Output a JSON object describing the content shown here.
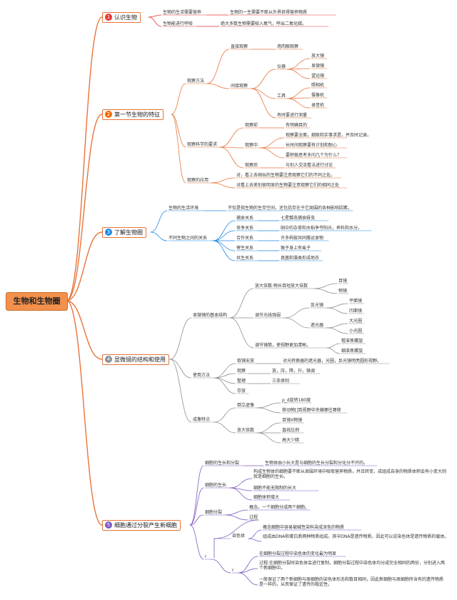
{
  "root": "生物和生物圈",
  "colors": {
    "orange": "#e8743b",
    "red": "#e53935",
    "blue": "#1e88e5",
    "grey": "#8a8f94",
    "purple": "#7e57c2"
  },
  "topics": [
    {
      "num": "1",
      "label": "认识生物",
      "badge": "#e53935"
    },
    {
      "num": "2",
      "label": "第一节生物的特征",
      "badge": "#ef6c00"
    },
    {
      "num": "3",
      "label": "了解生物圈",
      "badge": "#1e88e5"
    },
    {
      "num": "4",
      "label": "显微镜的结构和使用",
      "badge": "#8a8f94"
    },
    {
      "num": "5",
      "label": "细胞通过分裂产生新细胞",
      "badge": "#7e57c2"
    }
  ],
  "t1": {
    "a": "生物的生活需要营养",
    "a1": "生物的一生需要不断从外界获得营养物质",
    "b": "生物能进行呼吸",
    "b1": "绝大多数生物需要吸入氧气，呼出二氧化碳。"
  },
  "t2": {
    "obs": "观察方法",
    "direct": "直接观察",
    "eye": "用肉眼观察",
    "indirect": "间接观察",
    "inst": "仪器",
    "i1": "放大镜",
    "i2": "显微镜",
    "i3": "望远镜",
    "tool": "工具",
    "k1": "照相机",
    "k2": "摄像机",
    "k3": "录音机",
    "measure": "有时要进行测量",
    "req": "观察科学的要求",
    "before": "观察前",
    "before1": "有明确目的",
    "during": "观察中",
    "d1": "观察要全面，细致和实事求是，并及时记录。",
    "d2": "长时间观察要有计划和耐心",
    "d3": "要积极思考多问几个为什么？",
    "after": "观察后",
    "after1": "与别人交流看法进行讨论",
    "app": "观察的应用",
    "app1": "对，看上去相似的生物要注意观察它们的不同之处。",
    "app2": "对看上去差别很明显的生物要注意观察它们的相同之处"
  },
  "t3": {
    "env": "生物的生活环境",
    "env1": "不仅是指生物的生存空间，还包括存在于它周围的各种影响因素。",
    "rel": "不同生物之间的关系",
    "r1": "捕食关系",
    "r1a": "七星瓢虫捕食蚜虫",
    "r2": "竞争关系",
    "r2a": "田中的杂草和水稻争夺阳光，养料和水分。",
    "r3": "合作关系",
    "r3a": "许多蚂蚁共同搬运食物",
    "r4": "寄生关系",
    "r4a": "猴子身上有虱子",
    "r5": "共生关系",
    "r5a": "真菌和藻类形成地衣"
  },
  "t4": {
    "struct": "显微镜的基本结构",
    "mag": "放大倍数:物长目短放大倍数",
    "ob1": "目镜",
    "ob2": "物镜",
    "light": "调节光线强弱",
    "mirror": "反光镜",
    "m1": "平面镜",
    "m2": "凹面镜",
    "aperture": "遮光器",
    "a1": "大光圈",
    "a2": "小光圈",
    "focus": "调节镜筒，使视野更加清晰。",
    "f1": "粗准焦螺旋",
    "f2": "细准焦螺旋",
    "use": "使用方法",
    "u1": "取镜安放",
    "u1a": "对光转换器的遮光器，光圈，反光镜明亮圆形视野。",
    "u2": "观察",
    "u2a": "放，压，降，升，微调",
    "u3": "整理",
    "u3a": "三条原则",
    "u4": "存放",
    "img": "成像特点",
    "inv": "倒立虚像",
    "inv1": "p_d旋转180度",
    "inv2": "移动物[]到视野中央偏哪往哪移",
    "times": "放大倍数",
    "t1": "目镜X物镜",
    "t2": "直线比例",
    "t3": "高大少暗"
  },
  "t5": {
    "grow": "细胞的生长和分裂",
    "grow1": "生物体由小长大是与细胞的生长分裂和分化分不开的。",
    "cg": "细胞的生长",
    "cg1": "构成生物体的细胞要不断从周围环境中吸取营养物质，并且转变，成组成自身的物质体积会有小变大则就是细胞的生长。",
    "cg2": "细胞不能无限制的长大",
    "cg3": "细胞体积增大",
    "div": "细胞分裂",
    "div1": "概念。一个细胞分成两个细胞。",
    "div2": "过程",
    "chrom": "染色体",
    "ch1": "概念细胞中容易被碱性染料染成深色的物质",
    "ch2": "组成由DNA和蛋白质两种物质组成。其中DNA是遗传物质，因此可以说染色体是遗传物质的载体。",
    "x1": "r",
    "x2": "r",
    "c1": "在细胞分裂过程中染色体的变化最为明显",
    "c2": "过程:在细胞分裂时染色体会进行复制，细胞分裂过程中染色体均分成完全相同的两份，分别进入两个新细胞中。",
    "c3": "一般保证了两个新细胞与原细胞的染色体形态和数目相同，因此新细胞与原细胞所含有的遗传物质是一样的，从而保证了遗传的稳定性。"
  }
}
